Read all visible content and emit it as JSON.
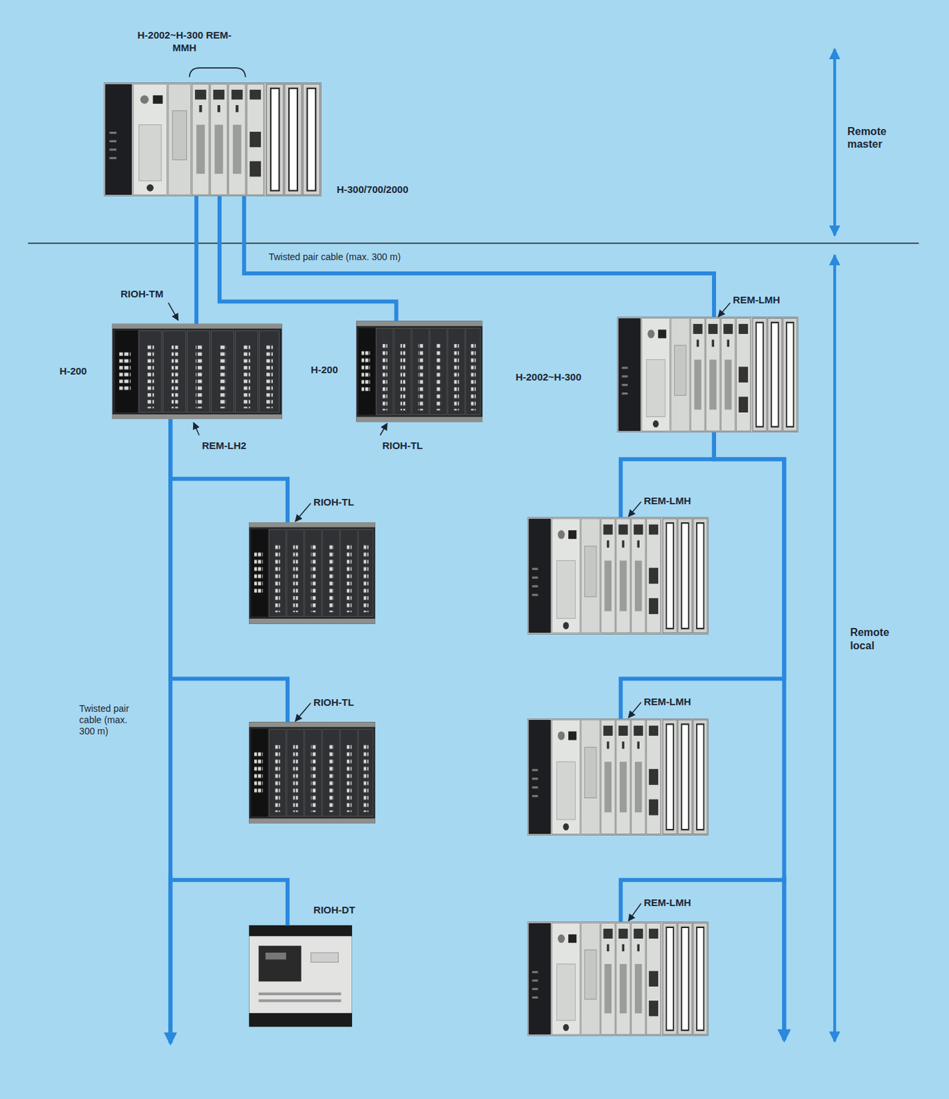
{
  "diagram": {
    "nodes": [
      {
        "text": [
          "H-2002~H-300 REM-MMH",
          "H-300/700/2000"
        ]
      },
      {
        "text": [
          "RIOH-TM",
          "H-200",
          "REM-LH2"
        ]
      },
      {
        "text": [
          "H-200",
          "RIOH-TL"
        ]
      },
      {
        "text": [
          "REM-LMH",
          "H-2002~H-300"
        ]
      },
      {
        "text": [
          "RIOH-TL"
        ]
      },
      {
        "text": [
          "REM-LMH"
        ]
      },
      {
        "text": [
          "RIOH-TL"
        ]
      },
      {
        "text": [
          "REM-LMH"
        ]
      },
      {
        "text": [
          "RIOH-DT"
        ]
      },
      {
        "text": [
          "REM-LMH"
        ]
      }
    ],
    "edges": [
      {
        "from": 0,
        "to": 1,
        "arrow": "none"
      },
      {
        "from": 0,
        "to": 2,
        "arrow": "none"
      },
      {
        "from": 0,
        "to": 3,
        "label": "Twisted pair cable (max. 300 m)",
        "arrow": "none"
      },
      {
        "from": 1,
        "to": 4,
        "arrow": "none"
      },
      {
        "from": 1,
        "to": 6,
        "arrow": "none"
      },
      {
        "from": 1,
        "to": 8,
        "arrow": "none"
      },
      {
        "from": 3,
        "to": 5,
        "arrow": "none"
      },
      {
        "from": 3,
        "to": 7,
        "arrow": "none"
      },
      {
        "from": 3,
        "to": 9,
        "arrow": "none"
      }
    ],
    "labels": [
      "Remote master",
      "Remote local",
      "Twisted pair cable (max. 300 m)"
    ]
  }
}
